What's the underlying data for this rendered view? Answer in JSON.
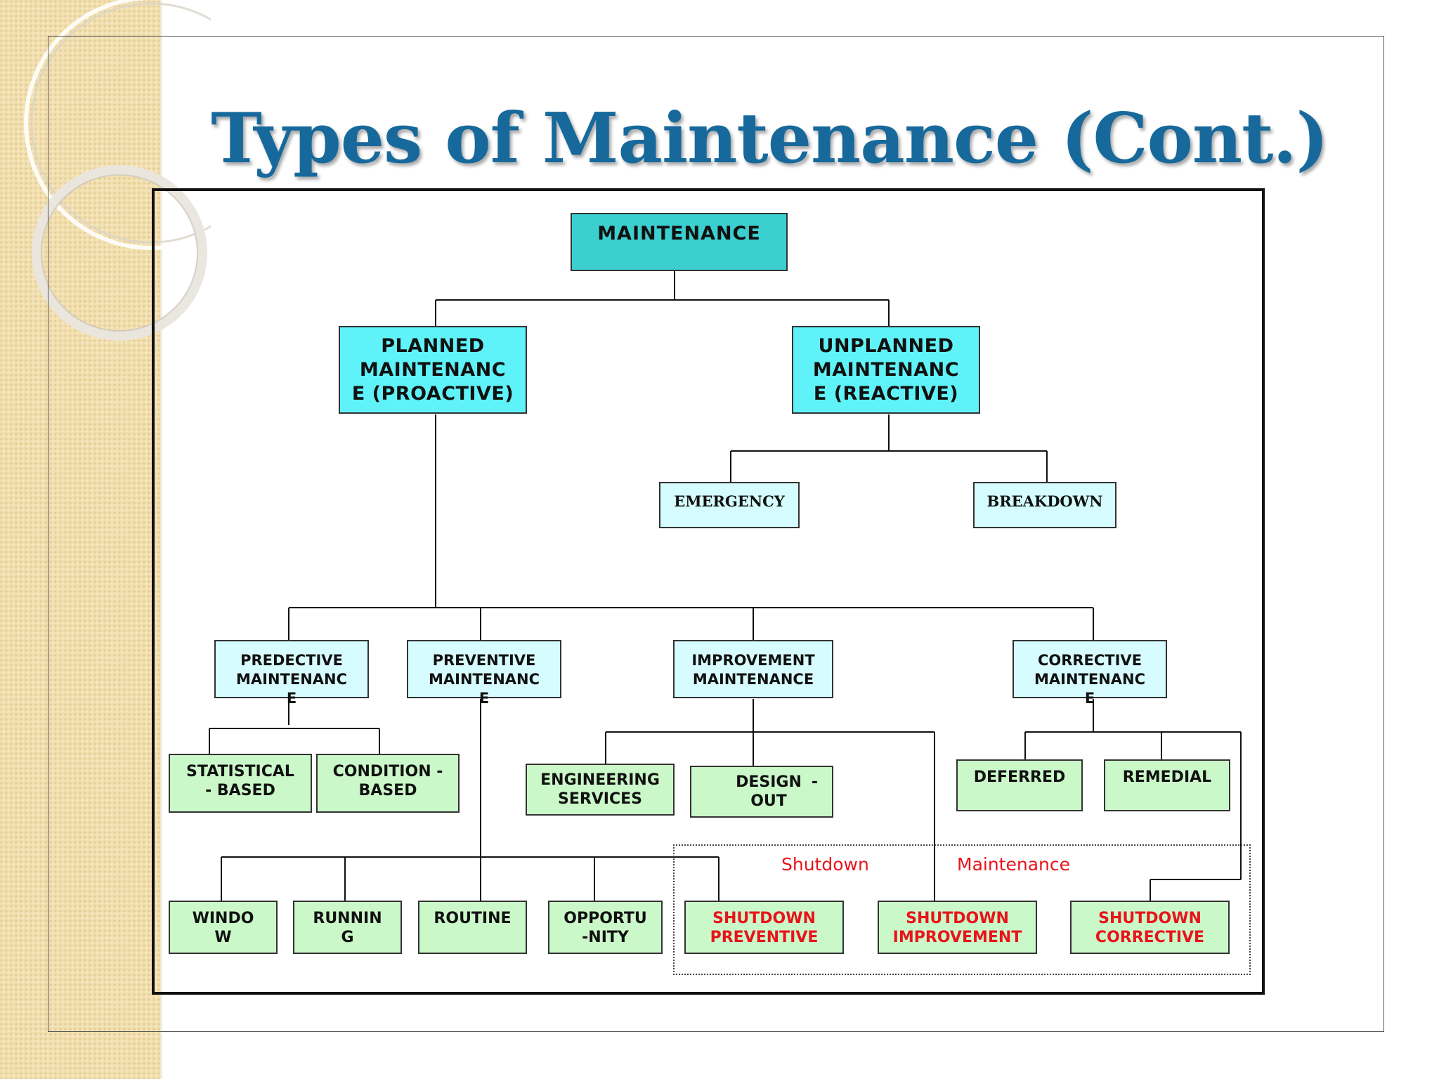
{
  "title": "Types of Maintenance (Cont.)",
  "colors": {
    "title": "#17699c",
    "root_fill": "#3ccfcf",
    "level1_fill": "#5ff3f9",
    "level2_fill": "#d5fdff",
    "leaf_fill": "#cbf8c9",
    "shutdown_text": "#e8141b"
  },
  "diagram": {
    "root": "MAINTENANCE",
    "planned": "PLANNED\nMAINTENANC\nE (PROACTIVE)",
    "unplanned": "UNPLANNED\nMAINTENANC\nE (REACTIVE)",
    "emergency": "EMERGENCY",
    "breakdown": "BREAKDOWN",
    "predictive": "PREDECTIVE\nMAINTENANC\nE",
    "preventive": "PREVENTIVE\nMAINTENANC\nE",
    "improvement": "IMPROVEMENT\nMAINTENANCE",
    "corrective": "CORRECTIVE\nMAINTENANC\nE",
    "statistical": "STATISTICAL\n- BASED",
    "condition": "CONDITION -\nBASED",
    "engineering": "ENGINEERING\nSERVICES",
    "design_out_a": "DESIGN",
    "design_out_b": "OUT",
    "design_out_dash": "-",
    "deferred": "DEFERRED",
    "remedial": "REMEDIAL",
    "window": "WINDO\nW",
    "running": "RUNNIN\nG",
    "routine": "ROUTINE",
    "opportunity": "OPPORTU\n-NITY",
    "shutdown_preventive": "SHUTDOWN\nPREVENTIVE",
    "shutdown_improvement": "SHUTDOWN\nIMPROVEMENT",
    "shutdown_corrective": "SHUTDOWN\nCORRECTIVE",
    "group_label_1": "Shutdown",
    "group_label_2": "Maintenance"
  }
}
